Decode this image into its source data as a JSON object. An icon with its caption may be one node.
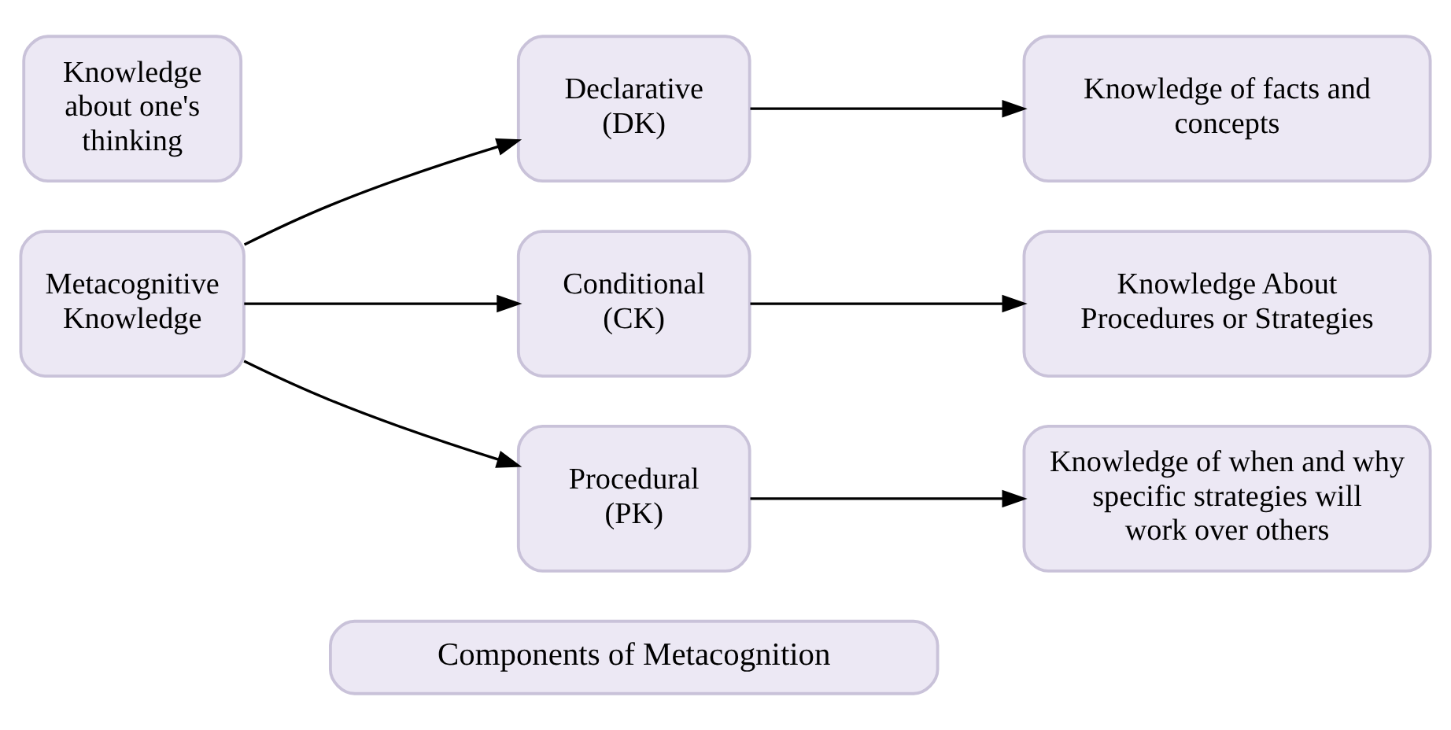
{
  "diagram": {
    "nodes": [
      {
        "text": [
          "Components of Metacognition"
        ]
      },
      {
        "text": [
          "Metacognitive Knowledge"
        ]
      },
      {
        "text": [
          "Knowledge about one's thinking"
        ]
      },
      {
        "text": [
          "Declarative (DK)"
        ]
      },
      {
        "text": [
          "Conditional (CK)"
        ]
      },
      {
        "text": [
          "Procedural (PK)"
        ]
      },
      {
        "text": [
          "Knowledge of facts and concepts"
        ]
      },
      {
        "text": [
          "Knowledge About Procedures or Strategies"
        ]
      },
      {
        "text": [
          "Knowledge of when and why specific strategies will work over others"
        ]
      }
    ],
    "edges": [
      {
        "from": 1,
        "to": 3,
        "arrow": "to"
      },
      {
        "from": 1,
        "to": 4,
        "arrow": "to"
      },
      {
        "from": 1,
        "to": 5,
        "arrow": "to"
      },
      {
        "from": 3,
        "to": 6,
        "arrow": "to"
      },
      {
        "from": 4,
        "to": 7,
        "arrow": "to"
      },
      {
        "from": 5,
        "to": 8,
        "arrow": "to"
      }
    ]
  }
}
